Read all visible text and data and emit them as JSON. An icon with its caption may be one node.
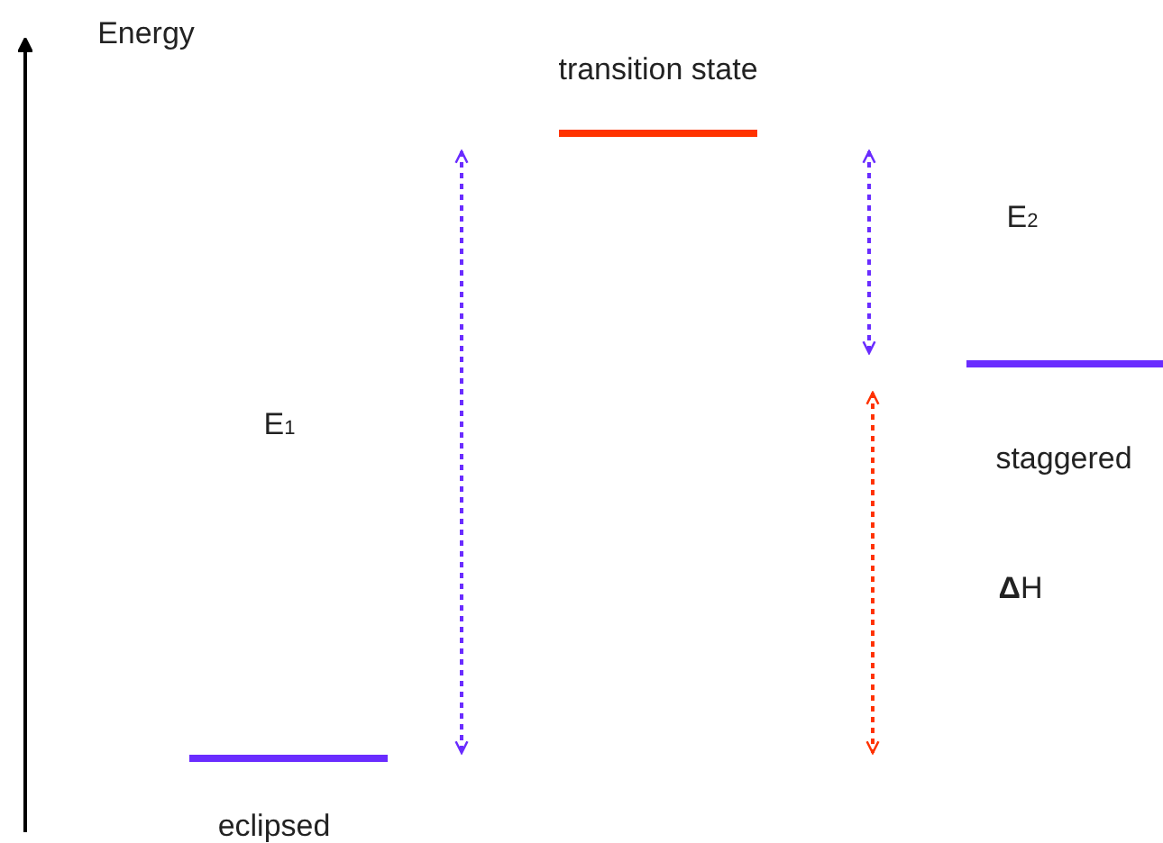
{
  "diagram": {
    "nodes": [
      {
        "text": [
          "transition state"
        ]
      },
      {
        "text": [
          "staggered"
        ]
      },
      {
        "text": [
          "eclipsed"
        ]
      }
    ],
    "labels": [
      "Energy",
      "E$_{2}$",
      "E$_{1}$",
      "**Δ**H"
    ]
  }
}
